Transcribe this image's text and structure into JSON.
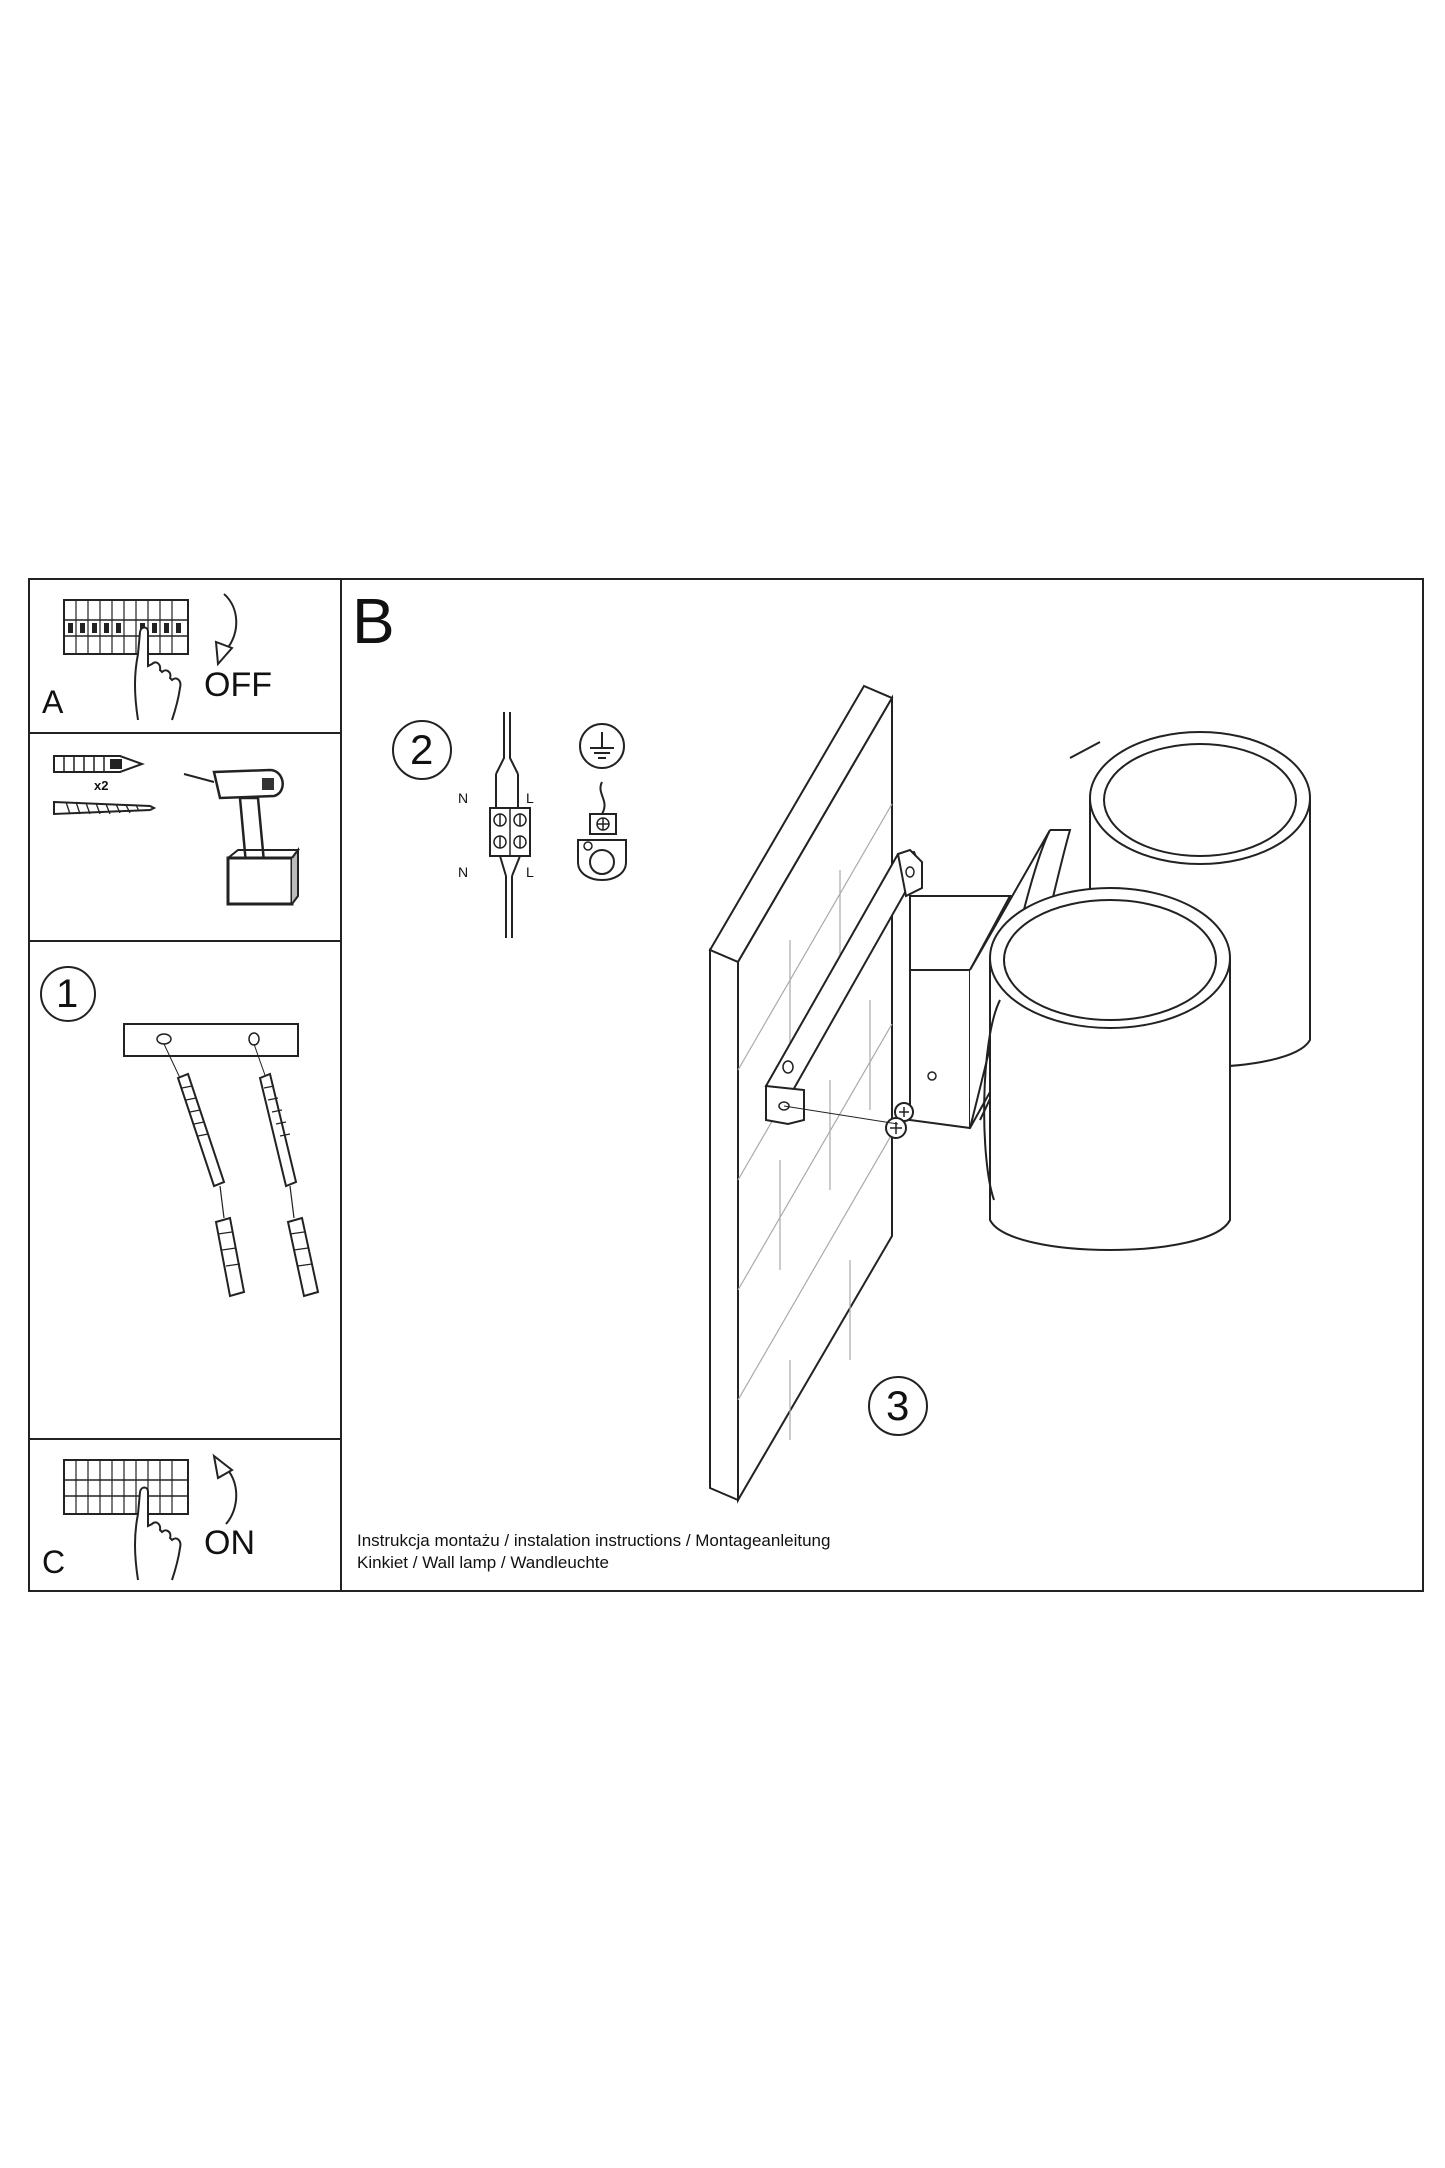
{
  "panels": {
    "a": {
      "letter": "A",
      "switch_text": "OFF"
    },
    "tools": {
      "quantity": "x2"
    },
    "step1": {
      "number": "1"
    },
    "b": {
      "letter": "B"
    },
    "step2": {
      "number": "2",
      "wire_labels": [
        "N",
        "L",
        "N",
        "L"
      ]
    },
    "step3": {
      "number": "3"
    },
    "c": {
      "letter": "C",
      "switch_text": "ON"
    }
  },
  "caption": {
    "line1": "Instrukcja montażu / instalation instructions / Montageanleitung",
    "line2": "Kinkiet / Wall lamp / Wandleuchte"
  },
  "icons": [
    "circuit-breaker-icon",
    "hand-icon",
    "curved-arrow-icon",
    "wall-plug-icon",
    "screw-icon",
    "drill-icon",
    "ground-symbol-icon",
    "terminal-block-icon"
  ]
}
